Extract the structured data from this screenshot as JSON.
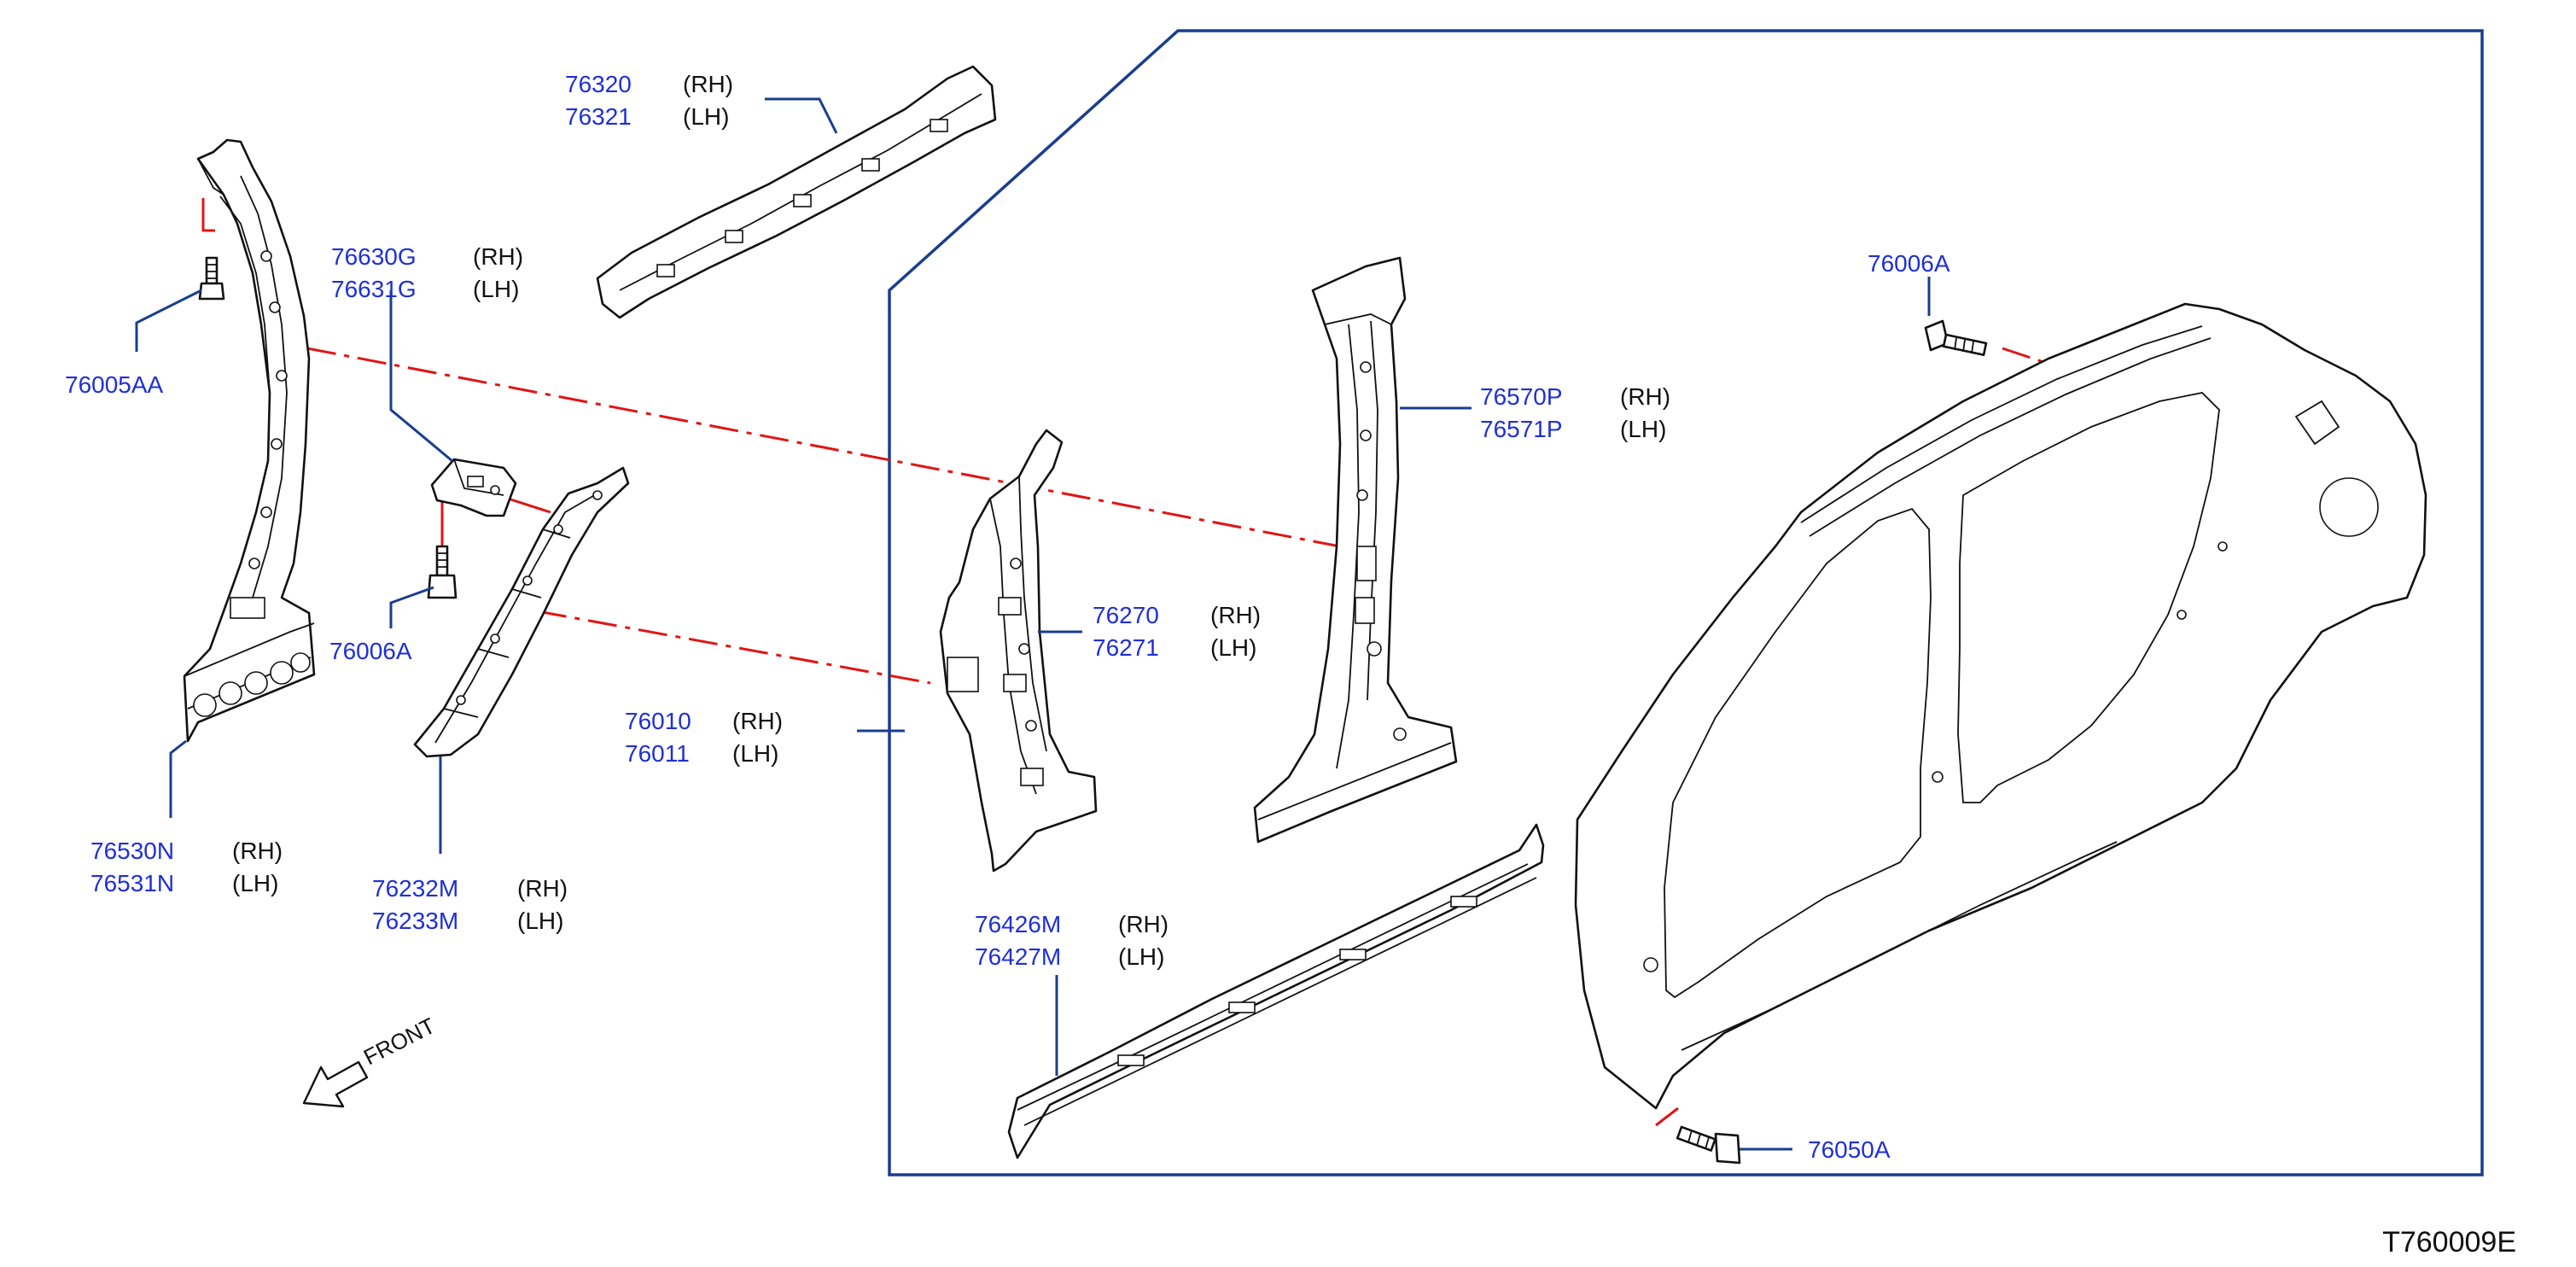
{
  "diagram_code": "T760009E",
  "front_label": "FRONT",
  "callouts": [
    {
      "id": "roof-rail",
      "parts": [
        "76320",
        "76321"
      ],
      "sides": [
        "(RH)",
        "(LH)"
      ]
    },
    {
      "id": "bracket",
      "parts": [
        "76630G",
        "76631G"
      ],
      "sides": [
        "(RH)",
        "(LH)"
      ]
    },
    {
      "id": "bolt-a-pillar",
      "parts": [
        "76005AA"
      ],
      "sides": []
    },
    {
      "id": "bolt-bracket",
      "parts": [
        "76006A"
      ],
      "sides": []
    },
    {
      "id": "front-pillar-inner",
      "parts": [
        "76530N",
        "76531N"
      ],
      "sides": [
        "(RH)",
        "(LH)"
      ]
    },
    {
      "id": "front-pillar-reinforcement",
      "parts": [
        "76232M",
        "76233M"
      ],
      "sides": [
        "(RH)",
        "(LH)"
      ]
    },
    {
      "id": "body-side-group",
      "parts": [
        "76010",
        "76011"
      ],
      "sides": [
        "(RH)",
        "(LH)"
      ]
    },
    {
      "id": "front-pillar-outer",
      "parts": [
        "76270",
        "76271"
      ],
      "sides": [
        "(RH)",
        "(LH)"
      ]
    },
    {
      "id": "center-pillar",
      "parts": [
        "76570P",
        "76571P"
      ],
      "sides": [
        "(RH)",
        "(LH)"
      ]
    },
    {
      "id": "sill-outer",
      "parts": [
        "76426M",
        "76427M"
      ],
      "sides": [
        "(RH)",
        "(LH)"
      ]
    },
    {
      "id": "bolt-roof",
      "parts": [
        "76006A"
      ],
      "sides": []
    },
    {
      "id": "bolt-sill",
      "parts": [
        "76050A"
      ],
      "sides": []
    }
  ]
}
